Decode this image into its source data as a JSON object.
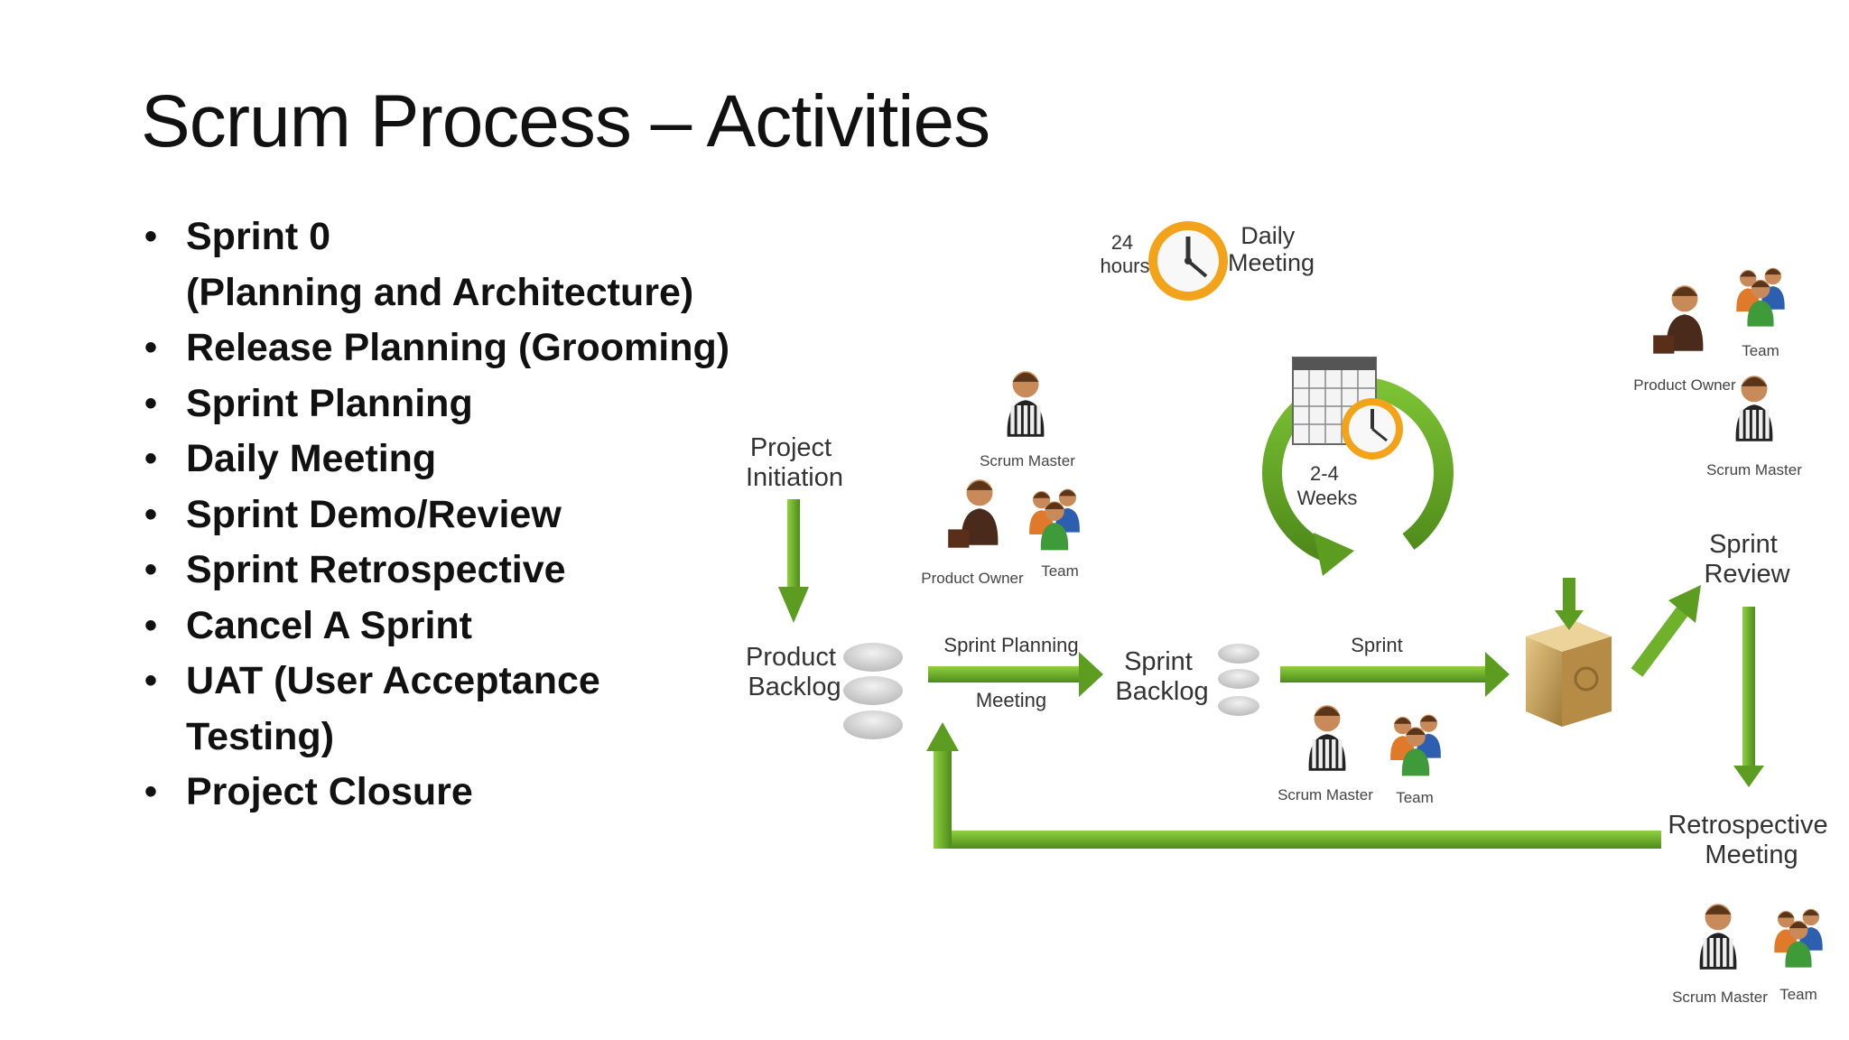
{
  "slide": {
    "title": "Scrum Process – Activities",
    "bullets": [
      {
        "lines": [
          "Sprint 0",
          "(Planning and Architecture)"
        ]
      },
      {
        "lines": [
          "Release Planning (Grooming)"
        ]
      },
      {
        "lines": [
          "Sprint Planning"
        ]
      },
      {
        "lines": [
          "Daily Meeting"
        ]
      },
      {
        "lines": [
          "Sprint Demo/Review"
        ]
      },
      {
        "lines": [
          "Sprint Retrospective"
        ]
      },
      {
        "lines": [
          "Cancel A Sprint"
        ]
      },
      {
        "lines": [
          "UAT (User Acceptance",
          "Testing)"
        ]
      },
      {
        "lines": [
          "Project Closure"
        ]
      }
    ]
  },
  "diagram": {
    "project_initiation": [
      "Project",
      "Initiation"
    ],
    "product_backlog": [
      "Product",
      "Backlog"
    ],
    "sprint_planning": "Sprint Planning",
    "meeting": "Meeting",
    "sprint_backlog": [
      "Sprint",
      "Backlog"
    ],
    "sprint": "Sprint",
    "sprint_review": [
      "Sprint",
      "Review"
    ],
    "retrospective": [
      "Retrospective",
      "Meeting"
    ],
    "hours": [
      "24",
      "hours"
    ],
    "daily_meeting": [
      "Daily",
      "Meeting"
    ],
    "weeks": [
      "2-4",
      "Weeks"
    ],
    "roles": {
      "scrum_master": "Scrum Master",
      "product_owner": "Product Owner",
      "team": "Team"
    }
  },
  "colors": {
    "arrow_green": "#6fb12a",
    "arrow_dark": "#4f8a1a",
    "clock_orange": "#f2a319",
    "box_tan": "#c9a15a"
  }
}
